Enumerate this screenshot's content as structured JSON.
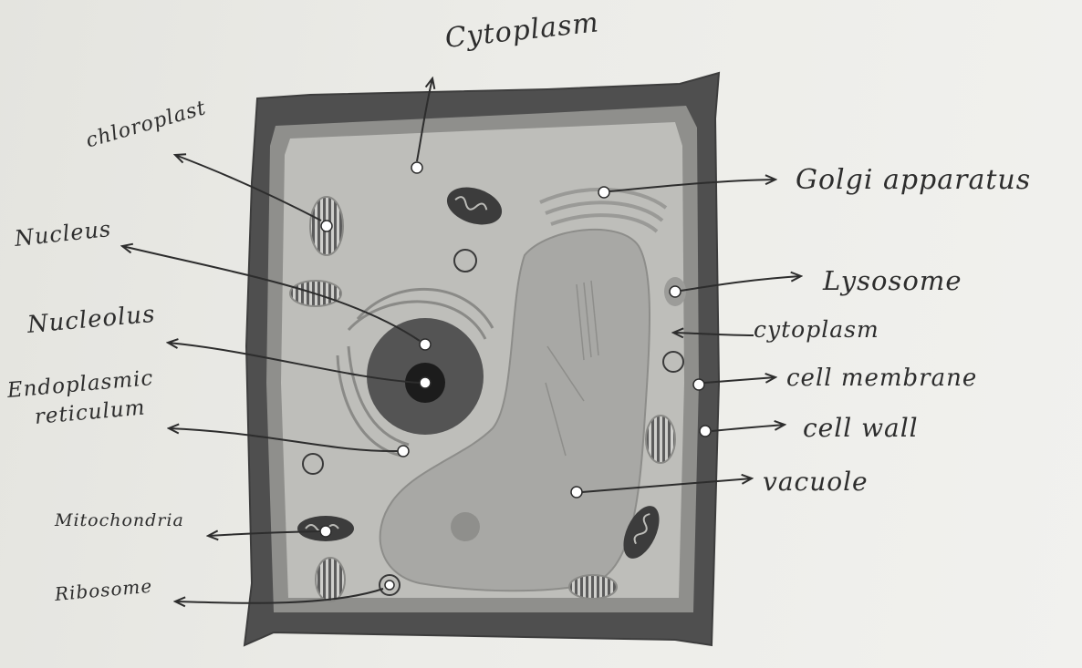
{
  "labels": {
    "cytoplasm_top": "Cytoplasm",
    "chloroplast": "chloroplast",
    "nucleus": "Nucleus",
    "nucleolus": "Nucleolus",
    "endoplasmic_line1": "Endoplasmic",
    "endoplasmic_line2": "reticulum",
    "mitochondria": "Mitochondria",
    "ribosome": "Ribosome",
    "golgi": "Golgi apparatus",
    "lysosome": "Lysosome",
    "cytoplasm_right": "cytoplasm",
    "cell_membrane": "cell membrane",
    "cell_wall": "cell wall",
    "vacuole": "vacuole"
  },
  "colors": {
    "paper": "#ecece8",
    "cell_wall": "#4f4f4f",
    "membrane_band": "#8a8a88",
    "cytoplasm": "#bdbdb9",
    "vacuole": "#a6a6a3",
    "nucleus": "#545454",
    "nucleolus": "#1c1c1c",
    "ink": "#2d2d2d"
  }
}
